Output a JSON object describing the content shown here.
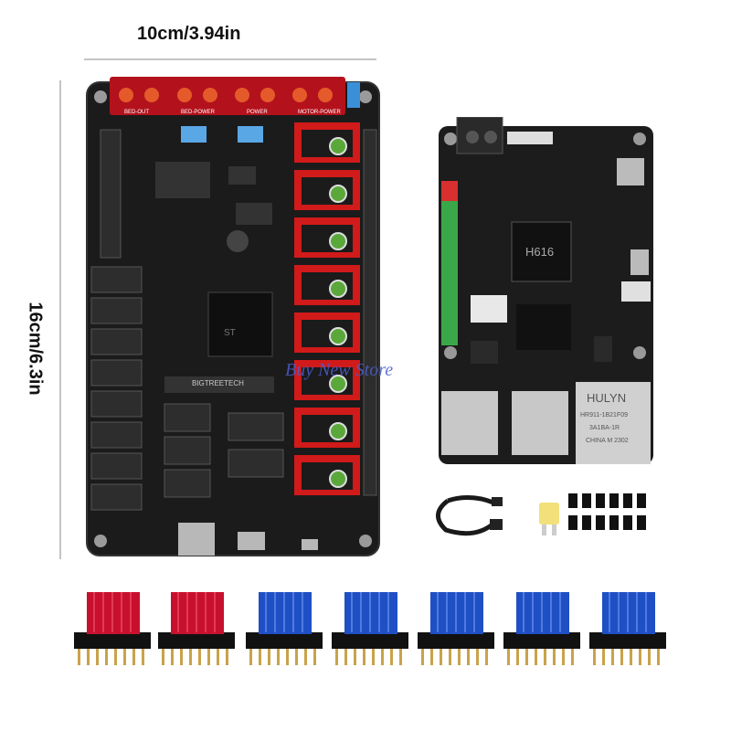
{
  "dimensions": {
    "width_label": "10cm/3.94in",
    "height_label": "16cm/6.3in"
  },
  "main_board": {
    "brand_text": "BIGTREETECH",
    "terminal_labels": [
      "BED-OUT",
      "BED-POWER",
      "POWER",
      "MOTOR-POWER"
    ],
    "driver_slot_count": 8
  },
  "pi_board": {
    "chip_label": "H616",
    "ethernet_brand": "HULYN",
    "ethernet_part": "HR911-1B21F09",
    "ethernet_sub": "3A1BA-1R",
    "ethernet_code": "CHINA M 2302"
  },
  "watermark": "Buy New Store",
  "accessories": {
    "jumper_count": 12,
    "drivers": [
      {
        "color": "#c8102e",
        "type": "red-heatsink"
      },
      {
        "color": "#c8102e",
        "type": "red-heatsink"
      },
      {
        "color": "#1f4fc4",
        "type": "blue-heatsink"
      },
      {
        "color": "#1f4fc4",
        "type": "blue-heatsink"
      },
      {
        "color": "#1f4fc4",
        "type": "blue-heatsink"
      },
      {
        "color": "#1f4fc4",
        "type": "blue-heatsink"
      },
      {
        "color": "#1f4fc4",
        "type": "blue-heatsink"
      }
    ]
  },
  "colors": {
    "pcb": "#1a1a1a",
    "driver_socket": "#d11a1a",
    "terminal_red": "#b3121c",
    "capacitor_green": "#5aa83a",
    "heatsink_red": "#c8102e",
    "heatsink_blue": "#1f4fc4"
  }
}
